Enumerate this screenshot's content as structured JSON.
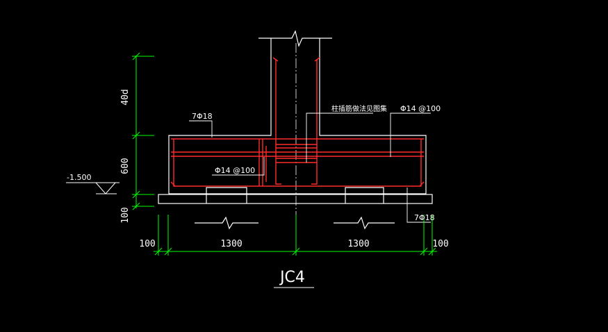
{
  "drawing": {
    "title": "JC4",
    "colors": {
      "background": "#000000",
      "outline": "#ffffff",
      "rebar": "#ff2a2a",
      "dimension": "#00ff00",
      "text": "#ffffff"
    },
    "dimensions": {
      "anchorage": "40d",
      "footing_height": "600",
      "cushion_height": "100",
      "left_margin": "100",
      "left_span": "1300",
      "right_span": "1300",
      "right_margin": "100"
    },
    "elevation": "-1.500",
    "labels": {
      "top_bars": "7Φ18",
      "column_note": "柱插筋做法见图集",
      "top_stirrup": "Φ14 @100",
      "bottom_stirrup": "Φ14 @100",
      "bottom_bars": "7Φ18"
    }
  }
}
